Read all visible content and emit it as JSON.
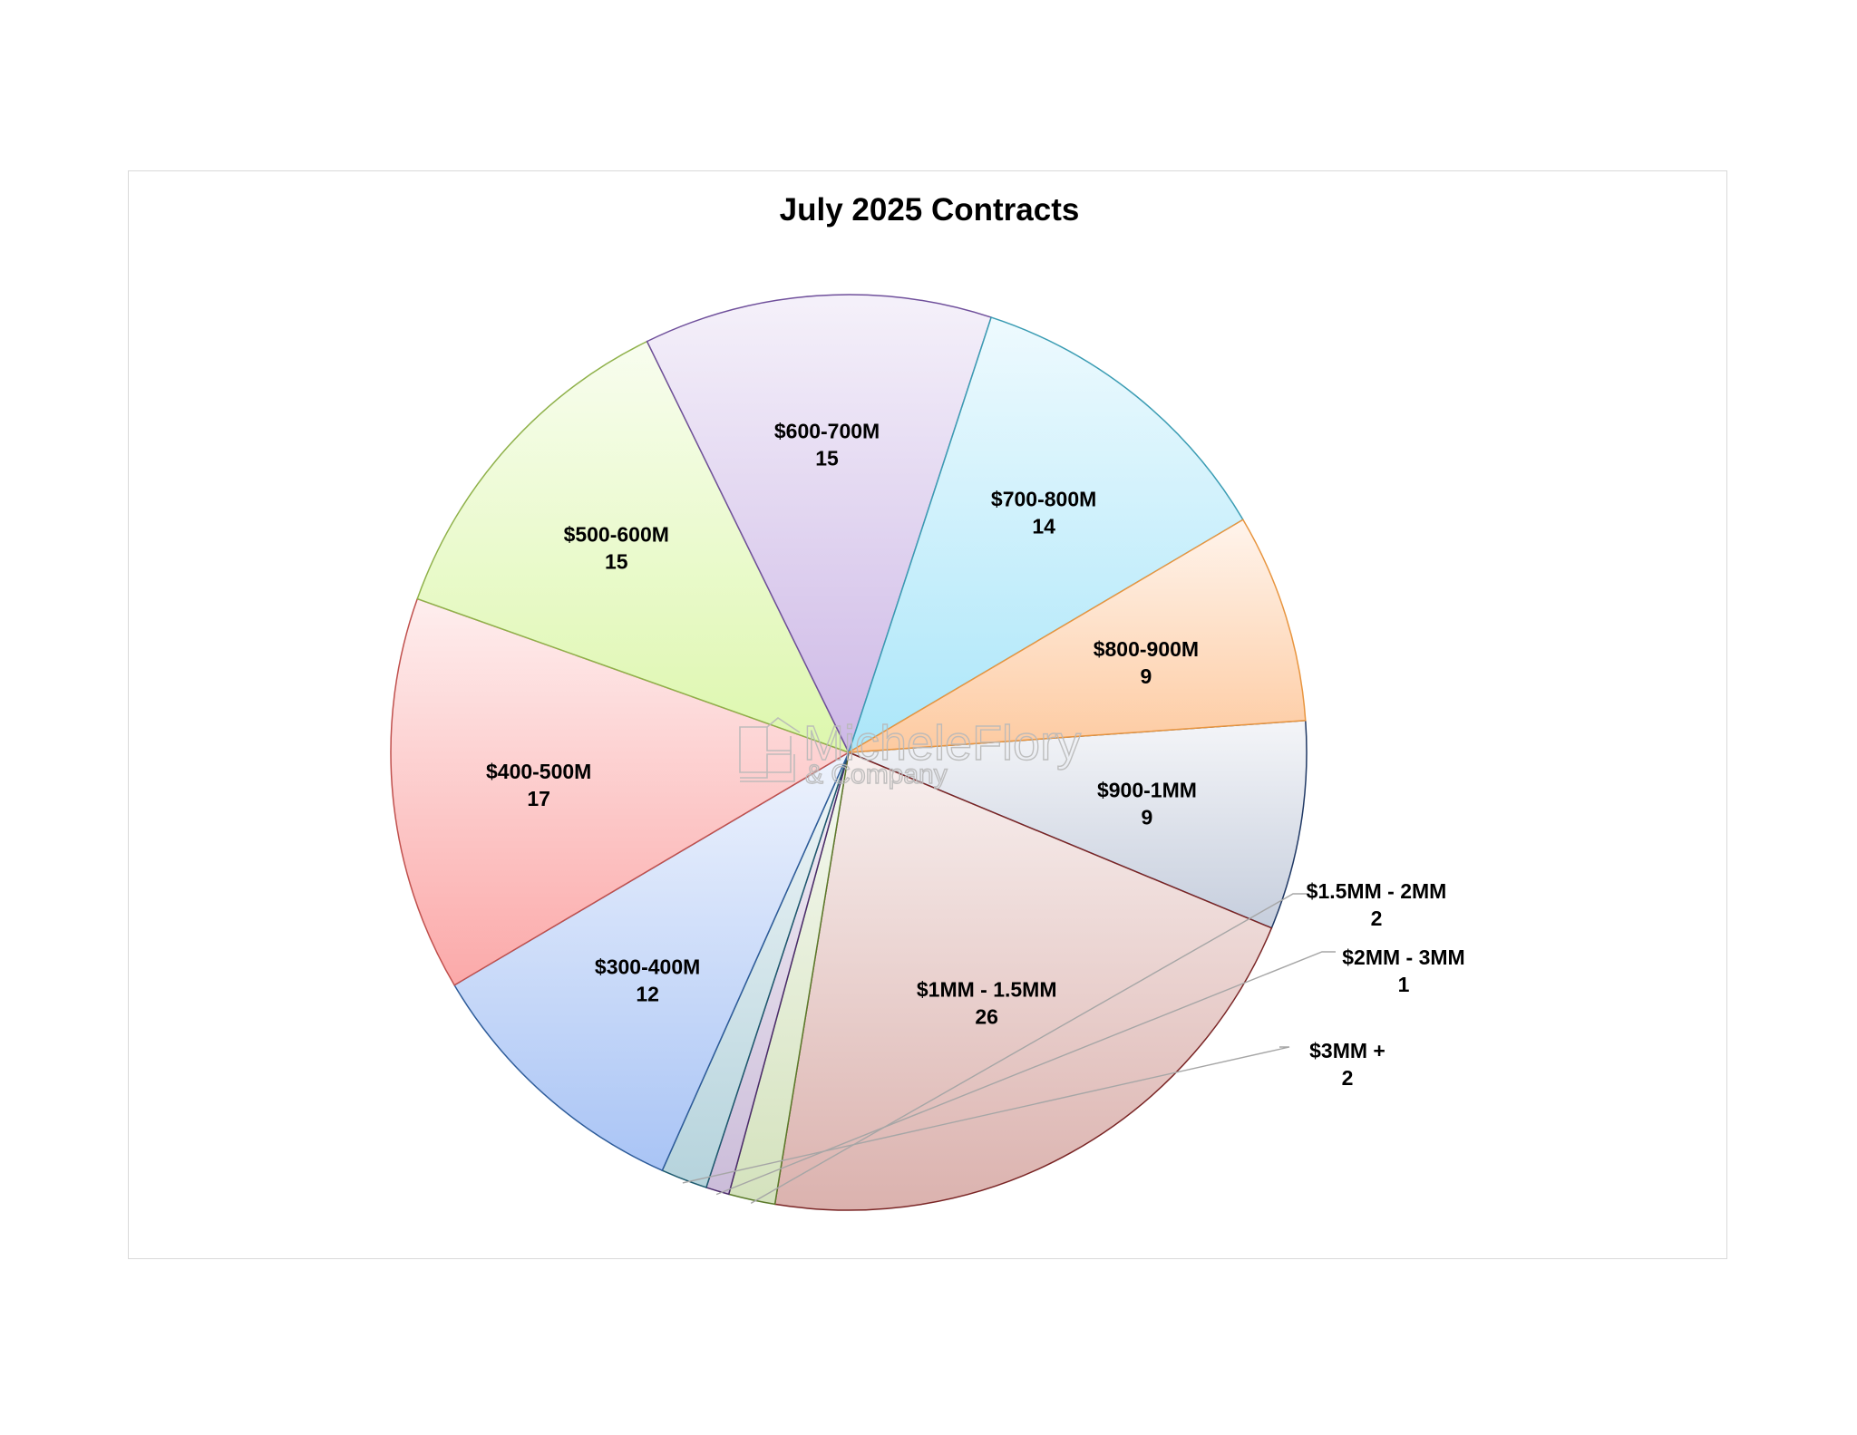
{
  "chart_data": {
    "type": "pie",
    "title": "July 2025 Contracts",
    "slices": [
      {
        "label": "$900-1MM",
        "value": 9,
        "color": "#c6cedd",
        "edge": "#1f3864"
      },
      {
        "label": "$1MM - 1.5MM",
        "value": 26,
        "color": "#dbb2ae",
        "edge": "#7a2525"
      },
      {
        "label": "$1.5MM - 2MM",
        "value": 2,
        "color": "#d4e2bd",
        "edge": "#5b7a2a"
      },
      {
        "label": "$2MM - 3MM",
        "value": 1,
        "color": "#cbbcd9",
        "edge": "#4b2b6b"
      },
      {
        "label": "$3MM +",
        "value": 2,
        "color": "#b5d3dc",
        "edge": "#1e5a6e"
      },
      {
        "label": "$300-400M",
        "value": 12,
        "color": "#a9c4f5",
        "edge": "#2e5c9a"
      },
      {
        "label": "$400-500M",
        "value": 17,
        "color": "#fba9a9",
        "edge": "#c0504d"
      },
      {
        "label": "$500-600M",
        "value": 15,
        "color": "#ddf7ad",
        "edge": "#8fb14a"
      },
      {
        "label": "$600-700M",
        "value": 15,
        "color": "#cdb8e6",
        "edge": "#6f4f9b"
      },
      {
        "label": "$700-800M",
        "value": 14,
        "color": "#abe6f9",
        "edge": "#3a9cb3"
      },
      {
        "label": "$800-900M",
        "value": 9,
        "color": "#fdcaa0",
        "edge": "#e8953f"
      }
    ]
  },
  "watermark": {
    "name": "MicheleFlory",
    "sub": "& Company"
  }
}
